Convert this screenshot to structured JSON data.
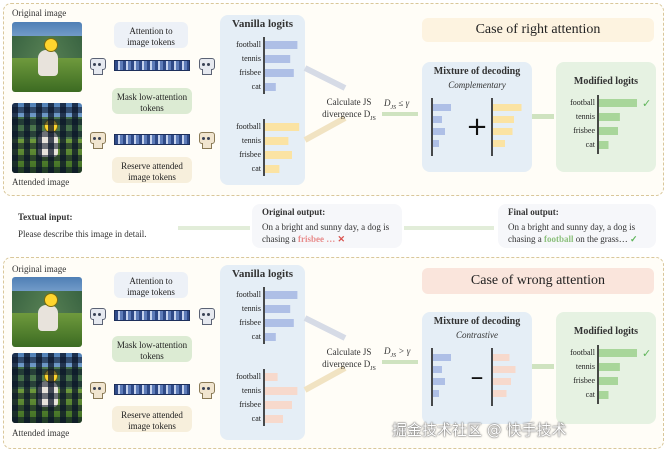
{
  "top": {
    "original_image_label": "Original image",
    "attended_image_label": "Attended image",
    "attention_label": "Attention to\nimage tokens",
    "mask_label": "Mask low-attention\ntokens",
    "reserve_label": "Reserve attended\nimage tokens",
    "vanilla_title": "Vanilla logits",
    "case_title": "Case of right attention",
    "calc_label_1": "Calculate JS",
    "calc_label_2": "divergence D",
    "calc_sub": "JS",
    "condition": "D",
    "condition_sub": "JS",
    "condition_op": " ≤ γ",
    "mixture_title": "Mixture of decoding",
    "mixture_sub": "Complementary",
    "operator": "+",
    "modified_title": "Modified logits",
    "categories": [
      "football",
      "tennis",
      "frisbee",
      "cat"
    ],
    "vanilla_upper": [
      0.9,
      0.7,
      0.8,
      0.3
    ],
    "vanilla_lower": [
      0.95,
      0.65,
      0.75,
      0.4
    ],
    "mix_left": [
      0.6,
      0.3,
      0.4,
      0.2
    ],
    "mix_right": [
      0.95,
      0.7,
      0.65,
      0.4
    ],
    "modified": [
      1.0,
      0.55,
      0.5,
      0.25
    ]
  },
  "middle": {
    "textual_label": "Textual input:",
    "textual_value": "Please describe this image in detail.",
    "original_output_label": "Original output:",
    "original_output_line1": "On a bright and sunny day, a dog is",
    "original_output_prefix": "chasing a ",
    "original_output_wrong": "frisbee …",
    "final_output_label": "Final output:",
    "final_output_line1": "On a bright and sunny day, a dog is",
    "final_output_prefix": "chasing a ",
    "final_output_right": "football",
    "final_output_suffix": " on the grass…"
  },
  "bottom": {
    "original_image_label": "Original image",
    "attended_image_label": "Attended image",
    "attention_label": "Attention to\nimage tokens",
    "mask_label": "Mask low-attention\ntokens",
    "reserve_label": "Reserve attended\nimage tokens",
    "vanilla_title": "Vanilla logits",
    "case_title": "Case of wrong attention",
    "calc_label_1": "Calculate JS",
    "calc_label_2": "divergence D",
    "calc_sub": "JS",
    "condition": "D",
    "condition_sub": "JS",
    "condition_op": " > γ",
    "mixture_title": "Mixture of decoding",
    "mixture_sub": "Contrastive",
    "operator": "–",
    "modified_title": "Modified logits",
    "categories": [
      "football",
      "tennis",
      "frisbee",
      "cat"
    ],
    "vanilla_upper": [
      0.9,
      0.7,
      0.8,
      0.3
    ],
    "vanilla_lower": [
      0.35,
      0.9,
      0.75,
      0.5
    ],
    "mix_left": [
      0.6,
      0.3,
      0.4,
      0.2
    ],
    "mix_right": [
      0.55,
      0.75,
      0.6,
      0.45
    ],
    "modified": [
      1.0,
      0.55,
      0.5,
      0.25
    ]
  },
  "watermark": "掘金技术社区 @ 快手技术",
  "colors": {
    "blue_bar": "#aebfe6",
    "yellow_bar": "#fbe3a3",
    "pink_bar": "#f7d9cc",
    "green_bar": "#a8d69a",
    "cross": "#d9534f",
    "check": "#5fb55a"
  }
}
